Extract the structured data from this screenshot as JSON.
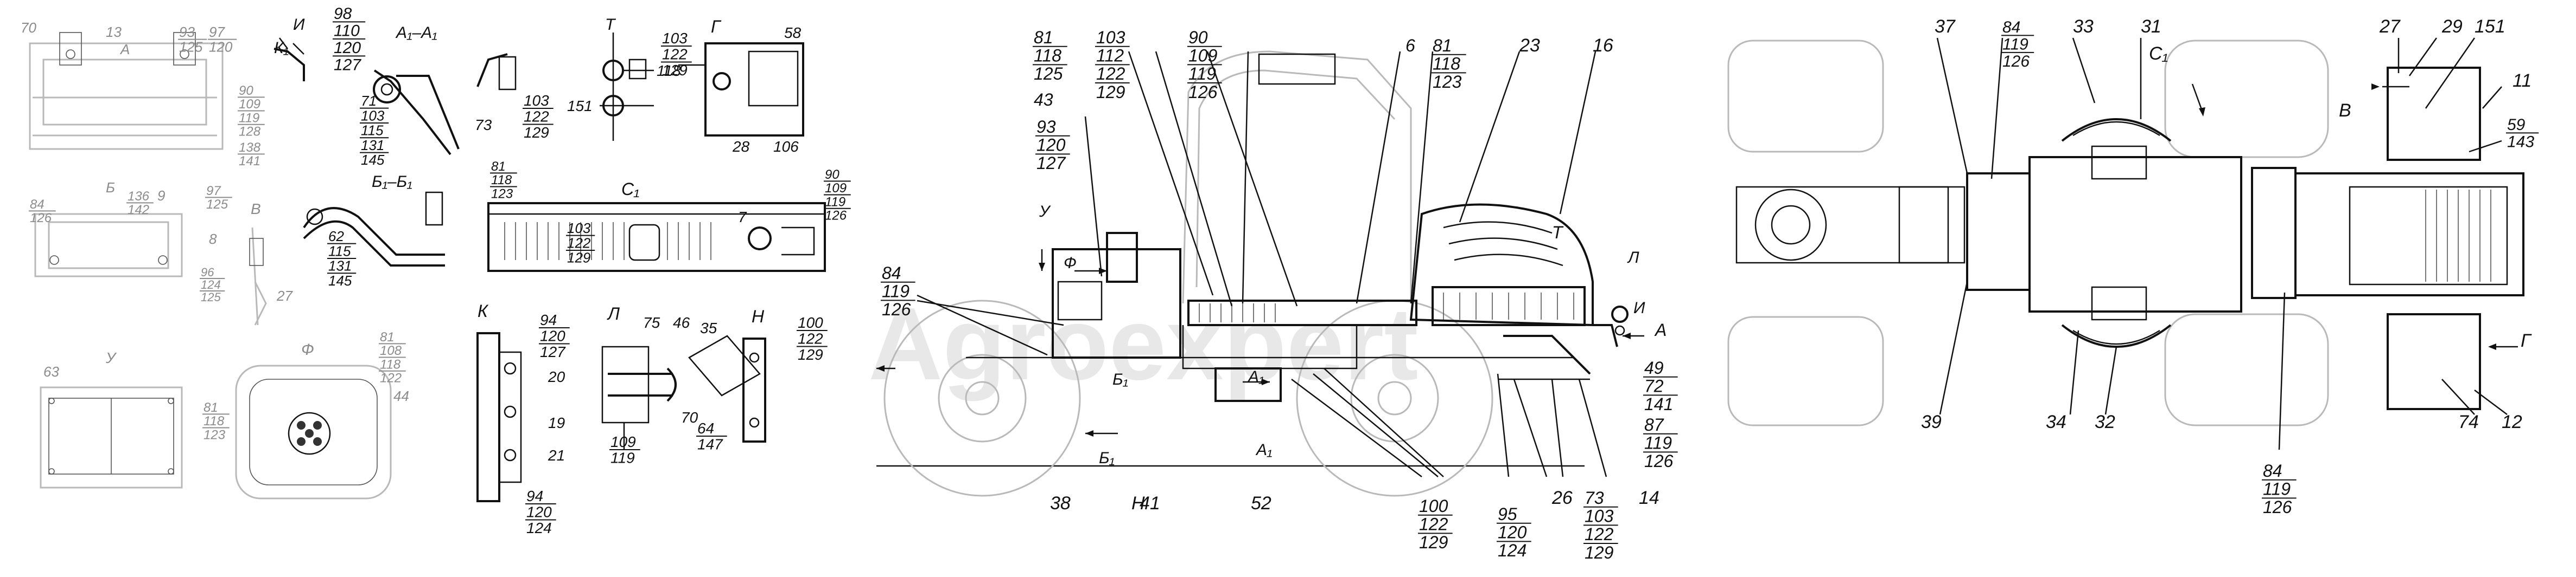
{
  "watermark": "Agroexpert",
  "callouts": [
    {
      "id": "c1",
      "lines": [
        "70"
      ],
      "gray": true
    },
    {
      "id": "c2",
      "lines": [
        "13"
      ],
      "gray": true
    },
    {
      "id": "c3",
      "lines": [
        "93",
        "125"
      ],
      "gray": true
    },
    {
      "id": "c4",
      "lines": [
        "97",
        "120"
      ],
      "gray": true
    },
    {
      "id": "c5",
      "lines": [
        "А"
      ],
      "gray": true
    },
    {
      "id": "c6",
      "lines": [
        "90",
        "109",
        "119",
        "128"
      ],
      "gray": true
    },
    {
      "id": "c7",
      "lines": [
        "138",
        "141"
      ],
      "gray": true
    },
    {
      "id": "c8",
      "lines": [
        "Б"
      ],
      "gray": true
    },
    {
      "id": "c9",
      "lines": [
        "84",
        "126"
      ],
      "gray": true
    },
    {
      "id": "c10",
      "lines": [
        "136",
        "142"
      ],
      "gray": true
    },
    {
      "id": "c11",
      "lines": [
        "9"
      ],
      "gray": true
    },
    {
      "id": "c12",
      "lines": [
        "97",
        "125"
      ],
      "gray": true
    },
    {
      "id": "c13",
      "lines": [
        "8"
      ],
      "gray": true
    },
    {
      "id": "c14",
      "lines": [
        "В"
      ],
      "gray": true
    },
    {
      "id": "c15",
      "lines": [
        "96",
        "124",
        "125"
      ],
      "gray": true
    },
    {
      "id": "c16",
      "lines": [
        "27"
      ],
      "gray": true
    },
    {
      "id": "c17",
      "lines": [
        "У"
      ],
      "gray": true
    },
    {
      "id": "c18",
      "lines": [
        "63"
      ],
      "gray": true
    },
    {
      "id": "c19",
      "lines": [
        "81",
        "118",
        "123"
      ],
      "gray": true
    },
    {
      "id": "c20",
      "lines": [
        "Ф"
      ],
      "gray": true
    },
    {
      "id": "c21",
      "lines": [
        "81",
        "108",
        "118",
        "122"
      ],
      "gray": true
    },
    {
      "id": "c22",
      "lines": [
        "44"
      ],
      "gray": true
    },
    {
      "id": "c23",
      "lines": [
        "И"
      ]
    },
    {
      "id": "c24",
      "lines": [
        "К₁"
      ]
    },
    {
      "id": "c25",
      "lines": [
        "98",
        "110",
        "120",
        "127"
      ]
    },
    {
      "id": "c26",
      "lines": [
        "А₁–А₁"
      ]
    },
    {
      "id": "c27",
      "lines": [
        "71",
        "103",
        "115",
        "131",
        "145"
      ]
    },
    {
      "id": "c28",
      "lines": [
        "73"
      ]
    },
    {
      "id": "c29",
      "lines": [
        "Б₁–Б₁"
      ]
    },
    {
      "id": "c30",
      "lines": [
        "62",
        "115",
        "131",
        "145"
      ]
    },
    {
      "id": "c31",
      "lines": [
        "103",
        "122",
        "129"
      ]
    },
    {
      "id": "c32",
      "lines": [
        "Т"
      ]
    },
    {
      "id": "c33",
      "lines": [
        "103",
        "122",
        "129"
      ]
    },
    {
      "id": "c34",
      "lines": [
        "118"
      ]
    },
    {
      "id": "c35",
      "lines": [
        "151"
      ]
    },
    {
      "id": "c36",
      "lines": [
        "Г"
      ]
    },
    {
      "id": "c37",
      "lines": [
        "58"
      ]
    },
    {
      "id": "c38",
      "lines": [
        "28"
      ]
    },
    {
      "id": "c39",
      "lines": [
        "106"
      ]
    },
    {
      "id": "c40",
      "lines": [
        "81",
        "118",
        "123"
      ]
    },
    {
      "id": "c41",
      "lines": [
        "С₁"
      ]
    },
    {
      "id": "c42",
      "lines": [
        "7"
      ]
    },
    {
      "id": "c43",
      "lines": [
        "90",
        "109",
        "119",
        "126"
      ]
    },
    {
      "id": "c44",
      "lines": [
        "103",
        "122",
        "129"
      ]
    },
    {
      "id": "c45",
      "lines": [
        "К"
      ]
    },
    {
      "id": "c46",
      "lines": [
        "94",
        "120",
        "127"
      ]
    },
    {
      "id": "c47",
      "lines": [
        "20"
      ]
    },
    {
      "id": "c48",
      "lines": [
        "19"
      ]
    },
    {
      "id": "c49",
      "lines": [
        "21"
      ]
    },
    {
      "id": "c50",
      "lines": [
        "94",
        "120",
        "124"
      ]
    },
    {
      "id": "c51",
      "lines": [
        "Л"
      ]
    },
    {
      "id": "c52",
      "lines": [
        "75"
      ]
    },
    {
      "id": "c53",
      "lines": [
        "46"
      ]
    },
    {
      "id": "c54",
      "lines": [
        "109",
        "119"
      ]
    },
    {
      "id": "c55",
      "lines": [
        "70"
      ]
    },
    {
      "id": "c56",
      "lines": [
        "35"
      ]
    },
    {
      "id": "c57",
      "lines": [
        "Н"
      ]
    },
    {
      "id": "c58",
      "lines": [
        "100",
        "122",
        "129"
      ]
    },
    {
      "id": "c59",
      "lines": [
        "64",
        "147"
      ]
    },
    {
      "id": "c60",
      "lines": [
        "81",
        "118",
        "125"
      ]
    },
    {
      "id": "c61",
      "lines": [
        "103",
        "112",
        "122",
        "129"
      ]
    },
    {
      "id": "c62",
      "lines": [
        "90",
        "109",
        "119",
        "126"
      ]
    },
    {
      "id": "c63",
      "lines": [
        "6"
      ]
    },
    {
      "id": "c64",
      "lines": [
        "81",
        "118",
        "123"
      ]
    },
    {
      "id": "c65",
      "lines": [
        "23"
      ]
    },
    {
      "id": "c66",
      "lines": [
        "16"
      ]
    },
    {
      "id": "c67",
      "lines": [
        "43"
      ]
    },
    {
      "id": "c68",
      "lines": [
        "93",
        "120",
        "127"
      ]
    },
    {
      "id": "c69",
      "lines": [
        "У"
      ]
    },
    {
      "id": "c70",
      "lines": [
        "Ф"
      ]
    },
    {
      "id": "c71",
      "lines": [
        "84",
        "119",
        "126"
      ]
    },
    {
      "id": "c72",
      "lines": [
        "Б₁"
      ]
    },
    {
      "id": "c73",
      "lines": [
        "А₁"
      ]
    },
    {
      "id": "c74",
      "lines": [
        "Б₁"
      ]
    },
    {
      "id": "c75",
      "lines": [
        "А₁"
      ]
    },
    {
      "id": "c76",
      "lines": [
        "38"
      ]
    },
    {
      "id": "c77",
      "lines": [
        "41"
      ]
    },
    {
      "id": "c78",
      "lines": [
        "Н"
      ]
    },
    {
      "id": "c79",
      "lines": [
        "52"
      ]
    },
    {
      "id": "c80",
      "lines": [
        "100",
        "122",
        "129"
      ]
    },
    {
      "id": "c81",
      "lines": [
        "95",
        "120",
        "124"
      ]
    },
    {
      "id": "c82",
      "lines": [
        "26"
      ]
    },
    {
      "id": "c83",
      "lines": [
        "73",
        "103",
        "122",
        "129"
      ]
    },
    {
      "id": "c84",
      "lines": [
        "14"
      ]
    },
    {
      "id": "c85",
      "lines": [
        "87",
        "119",
        "126"
      ]
    },
    {
      "id": "c86",
      "lines": [
        "49",
        "72",
        "141"
      ]
    },
    {
      "id": "c87",
      "lines": [
        "А"
      ]
    },
    {
      "id": "c88",
      "lines": [
        "И"
      ]
    },
    {
      "id": "c89",
      "lines": [
        "Л"
      ]
    },
    {
      "id": "c90",
      "lines": [
        "Т"
      ]
    },
    {
      "id": "c91",
      "lines": [
        "37"
      ]
    },
    {
      "id": "c92",
      "lines": [
        "84",
        "119",
        "126"
      ]
    },
    {
      "id": "c93",
      "lines": [
        "33"
      ]
    },
    {
      "id": "c94",
      "lines": [
        "31"
      ]
    },
    {
      "id": "c95",
      "lines": [
        "С₁"
      ]
    },
    {
      "id": "c96",
      "lines": [
        "27"
      ]
    },
    {
      "id": "c97",
      "lines": [
        "29"
      ]
    },
    {
      "id": "c98",
      "lines": [
        "151"
      ]
    },
    {
      "id": "c99",
      "lines": [
        "11"
      ]
    },
    {
      "id": "c100",
      "lines": [
        "В"
      ]
    },
    {
      "id": "c101",
      "lines": [
        "59",
        "143"
      ]
    },
    {
      "id": "c102",
      "lines": [
        "39"
      ]
    },
    {
      "id": "c103",
      "lines": [
        "34"
      ]
    },
    {
      "id": "c104",
      "lines": [
        "32"
      ]
    },
    {
      "id": "c105",
      "lines": [
        "84",
        "119",
        "126"
      ]
    },
    {
      "id": "c106",
      "lines": [
        "74"
      ]
    },
    {
      "id": "c107",
      "lines": [
        "12"
      ]
    },
    {
      "id": "c108",
      "lines": [
        "Г"
      ]
    }
  ]
}
